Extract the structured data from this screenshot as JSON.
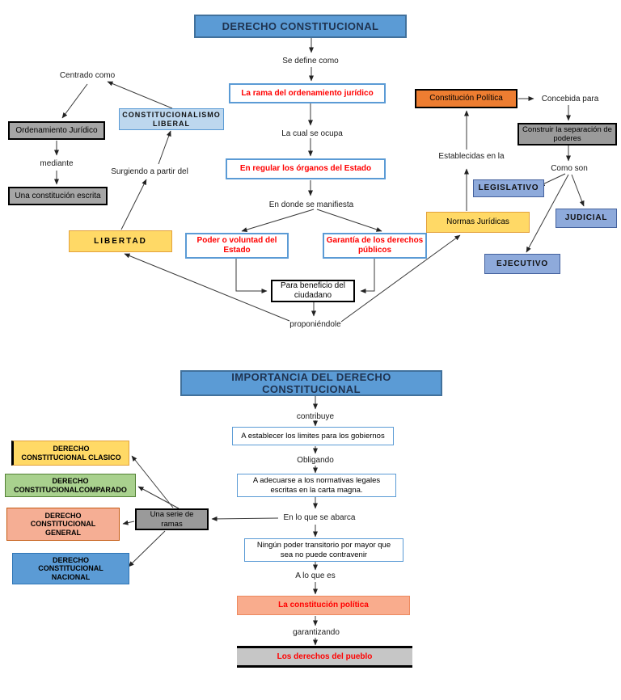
{
  "palette": {
    "header_blue": "#5B9BD5",
    "header_border": "#41719C",
    "light_blue": "#BDD7EE",
    "periwinkle": "#8EAADB",
    "yellow": "#FFD966",
    "orange": "#ED7D31",
    "salmon": "#F9AC8D",
    "green": "#A9D18E",
    "gray": "#A6A6A6",
    "red_text": "#FF0000"
  },
  "d1": {
    "header": "DERECHO CONSTITUCIONAL",
    "se_define_como": "Se define como",
    "rama": "La rama del ordenamiento jurídico",
    "centrado_como": "Centrado como",
    "constitucionalismo_liberal": "CONSTITUCIONALISMO\nLIBERAL",
    "ordenamiento_juridico": "Ordenamiento Jurídico",
    "mediante": "mediante",
    "constitucion_escrita": "Una constitución escrita",
    "surgiendo": "Surgiendo a partir del",
    "la_cual_se_ocupa": "La cual se ocupa",
    "en_regular": "En regular los órganos del Estado",
    "en_donde": "En donde se manifiesta",
    "libertad": "LIBERTAD",
    "poder": "Poder o voluntad del\nEstado",
    "garantia": "Garantía de los derechos\npúblicos",
    "para_beneficio": "Para beneficio del\nciudadano",
    "proponiendole": "proponiéndole",
    "constitucion_politica": "Constitución Política",
    "concebida_para": "Concebida para",
    "construir": "Construir la separación de\npoderes",
    "establecidas": "Establecidas en la",
    "como_son": "Como son",
    "legislativo": "LEGISLATIVO",
    "judicial": "JUDICIAL",
    "ejecutivo": "EJECUTIVO",
    "normas_juridicas": "Normas Jurídicas"
  },
  "d2": {
    "header": "IMPORTANCIA DEL DERECHO CONSTITUCIONAL",
    "contribuye": "contribuye",
    "limites": "A establecer los limites para los gobiernos",
    "obligando": "Obligando",
    "adecuarse": "A adecuarse a los normativas legales\nescritas en la carta magna.",
    "en_lo_que": "En lo que se abarca",
    "ningun_poder": "Ningún poder transitorio por mayor que\nsea no puede contravenir",
    "a_lo_que_es": "A lo que es",
    "constitucion_politica": "La constitución política",
    "garantizando": "garantizando",
    "derechos_pueblo": "Los derechos del pueblo",
    "serie_ramas": "Una serie de\nramas",
    "clasico": "DERECHO\nCONSTITUCIONAL CLASICO",
    "comparado": "DERECHO\nCONSTITUCIONALCOMPARADO",
    "general": "DERECHO\nCONSTITUCIONAL\nGENERAL",
    "nacional": "DERECHO\nCONSTITUCIONAL\nNACIONAL"
  }
}
